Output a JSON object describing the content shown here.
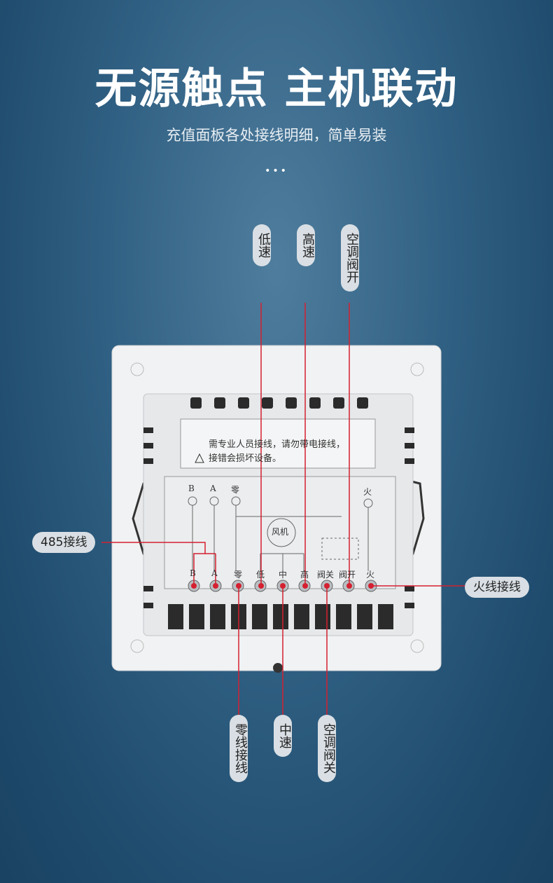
{
  "headline": "无源触点 主机联动",
  "subline": "充值面板各处接线明细，简单易装",
  "dots": "•••",
  "labels": {
    "low_speed": "低速",
    "high_speed": "高速",
    "valve_open": "空调阀开",
    "rs485": "485接线",
    "live_wiring": "火线接线",
    "neutral_wiring": "零线接线",
    "mid_speed": "中速",
    "valve_close": "空调阀关"
  },
  "panel": {
    "warning_line1": "需专业人员接线，请勿带电接线，",
    "warning_line2": "接错会损坏设备。",
    "top_terminals": [
      "B",
      "A",
      "零",
      "火"
    ],
    "fan_label": "风机",
    "terminals": [
      "B",
      "A",
      "零",
      "低",
      "中",
      "高",
      "阀关",
      "阀开",
      "火"
    ]
  },
  "colors": {
    "line": "#d42030",
    "label_bg": "#d9dfe4"
  }
}
